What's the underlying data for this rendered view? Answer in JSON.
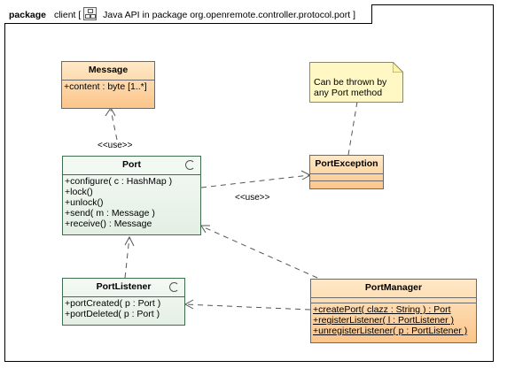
{
  "package": {
    "keyword": "package",
    "name": "client",
    "tab_open": "[",
    "tab_label": "Java API in package org.openremote.controller.protocol.port",
    "tab_close": "]",
    "icon": "package-diagram-icon"
  },
  "classes": {
    "message": {
      "name": "Message",
      "attributes": [
        "+content : byte [1..*]"
      ]
    },
    "port": {
      "name": "Port",
      "stereotype_icon": "interface-icon",
      "operations": [
        "+configure( c : HashMap )",
        "+lock()",
        "+unlock()",
        "+send( m : Message )",
        "+receive() : Message"
      ]
    },
    "port_exception": {
      "name": "PortException"
    },
    "port_listener": {
      "name": "PortListener",
      "stereotype_icon": "interface-icon",
      "operations": [
        "+portCreated( p : Port )",
        "+portDeleted( p : Port )"
      ]
    },
    "port_manager": {
      "name": "PortManager",
      "operations": [
        "+createPort( clazz : String ) : Port",
        "+registerListener( l : PortListener )",
        "+unregisterListener( p : PortListener )"
      ]
    }
  },
  "note": {
    "text_line1": "Can be thrown by",
    "text_line2": "any Port method"
  },
  "relations": {
    "port_message_label": "<<use>>",
    "port_exception_label": "<<use>>"
  },
  "colors": {
    "class_fill_top": "#ffe9c8",
    "class_fill_bottom": "#fcc58a",
    "interface_fill_top": "#f4f9f4",
    "interface_fill_bottom": "#e4efe4",
    "note_fill": "#fff8c4"
  }
}
